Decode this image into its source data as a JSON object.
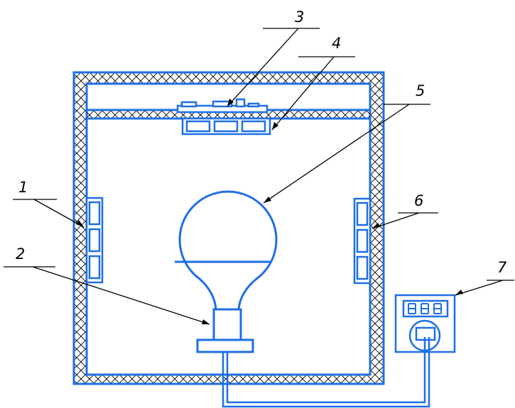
{
  "diagram": {
    "callouts": [
      {
        "id": "1",
        "label": "1"
      },
      {
        "id": "2",
        "label": "2"
      },
      {
        "id": "3",
        "label": "3"
      },
      {
        "id": "4",
        "label": "4"
      },
      {
        "id": "5",
        "label": "5"
      },
      {
        "id": "6",
        "label": "6"
      },
      {
        "id": "7",
        "label": "7"
      }
    ],
    "meter_display": "",
    "colors": {
      "outline": "#1e6fe6",
      "hatch": "#000000",
      "leader": "#000000",
      "text": "#000000",
      "background": "#ffffff"
    }
  }
}
